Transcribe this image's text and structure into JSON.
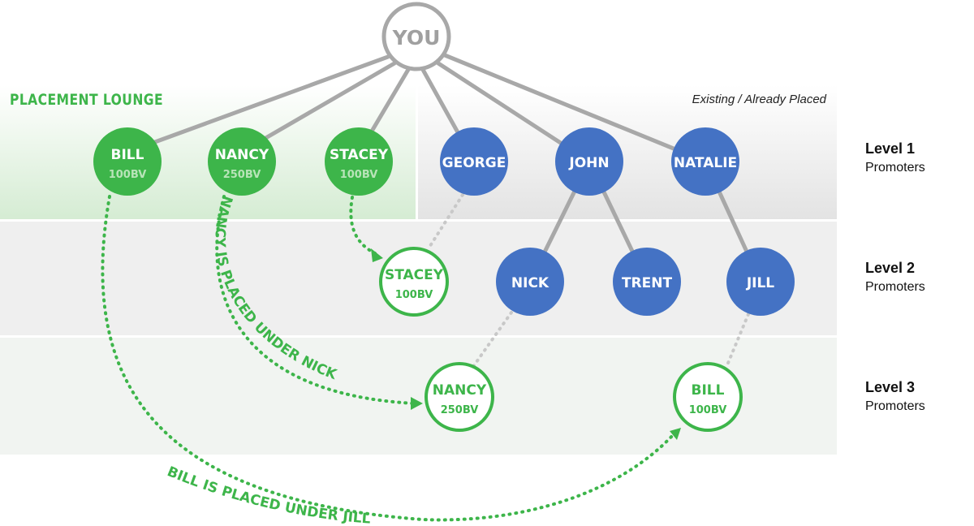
{
  "sections": {
    "placement_lounge": "PLACEMENT LOUNGE",
    "existing": "Existing / Already Placed"
  },
  "levels": [
    {
      "title": "Level 1",
      "subtitle": "Promoters"
    },
    {
      "title": "Level 2",
      "subtitle": "Promoters"
    },
    {
      "title": "Level 3",
      "subtitle": "Promoters"
    }
  ],
  "colors": {
    "green": "#3db54a",
    "blue": "#4472c4",
    "gray_line": "#a8a8a8",
    "dotted_gray": "#c8c8c8"
  },
  "nodes": {
    "you": {
      "name": "YOU"
    },
    "bill": {
      "name": "BILL",
      "bv": "100BV"
    },
    "nancy": {
      "name": "NANCY",
      "bv": "250BV"
    },
    "stacey": {
      "name": "STACEY",
      "bv": "100BV"
    },
    "george": {
      "name": "GEORGE"
    },
    "john": {
      "name": "JOHN"
    },
    "natalie": {
      "name": "NATALIE"
    },
    "stacey_placed": {
      "name": "STACEY",
      "bv": "100BV"
    },
    "nick": {
      "name": "NICK"
    },
    "trent": {
      "name": "TRENT"
    },
    "jill": {
      "name": "JILL"
    },
    "nancy_placed": {
      "name": "NANCY",
      "bv": "250BV"
    },
    "bill_placed": {
      "name": "BILL",
      "bv": "100BV"
    }
  },
  "annotations": {
    "nancy_move": "NANCY IS PLACED UNDER NICK",
    "bill_move": "BILL IS PLACED UNDER JILL"
  }
}
